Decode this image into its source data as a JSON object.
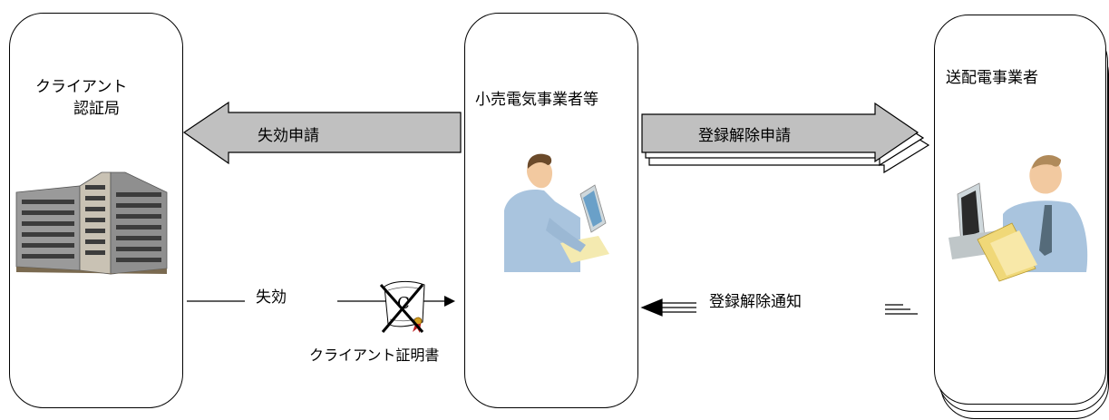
{
  "left_actor": {
    "name_line1": "クライアント",
    "name_line2": "認証局"
  },
  "center_actor": {
    "name": "小売電気事業者等"
  },
  "right_actor": {
    "name": "送配電事業者"
  },
  "flows": {
    "revocation_request": "失効申請",
    "deregistration_request": "登録解除申請",
    "revocation": "失効",
    "deregistration_notice": "登録解除通知"
  },
  "certificate": {
    "label": "クライアント証明書",
    "symbol": "C"
  },
  "colors": {
    "arrow_fill": "#c0c0c0",
    "stroke": "#000000"
  }
}
